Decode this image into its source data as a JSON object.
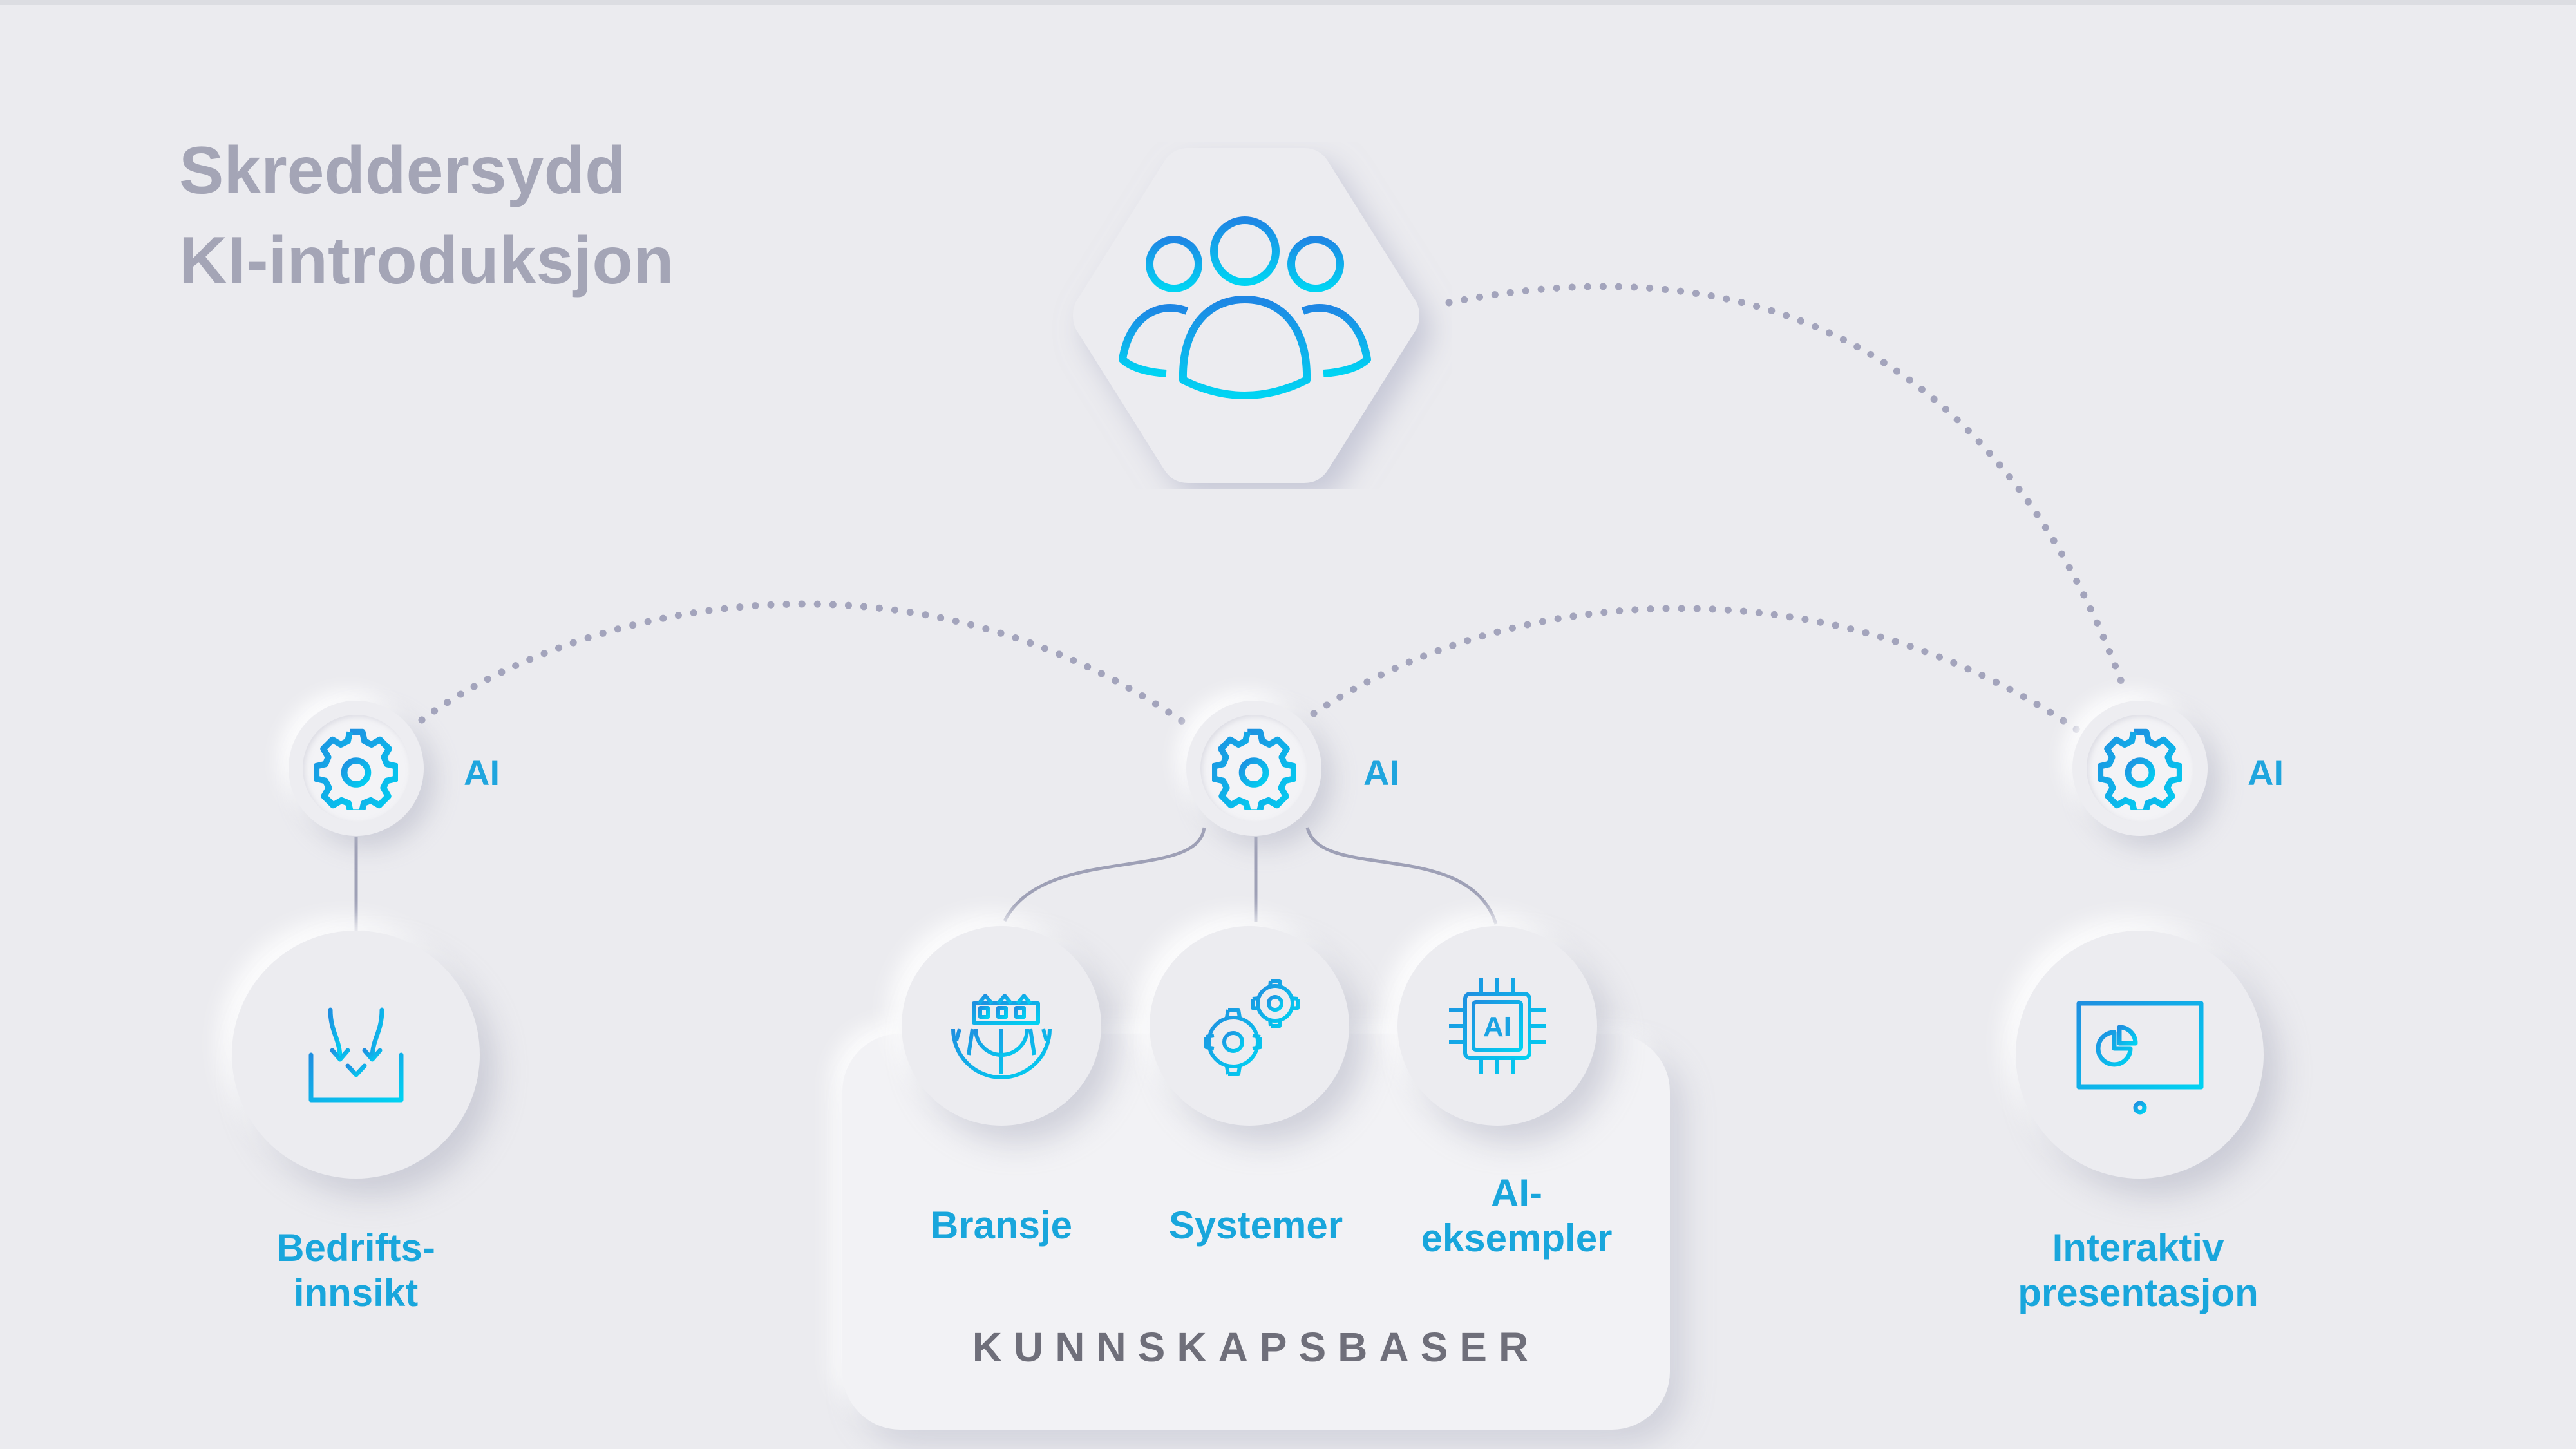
{
  "title": {
    "line1": "Skreddersydd",
    "line2": "KI-introduksjon"
  },
  "top_node": {
    "icon": "people-group-icon"
  },
  "ai_hubs": [
    {
      "label": "AI",
      "icon": "gear-icon"
    },
    {
      "label": "AI",
      "icon": "gear-icon"
    },
    {
      "label": "AI",
      "icon": "gear-icon"
    }
  ],
  "nodes": {
    "bedriftsinnsikt": {
      "label": "Bedrifts-\ninnsikt",
      "icon": "inbox-arrows-icon"
    },
    "bransje": {
      "label": "Bransje",
      "icon": "factory-gear-icon"
    },
    "systemer": {
      "label": "Systemer",
      "icon": "gears-icon"
    },
    "ai_eksempler": {
      "label": "AI-\neksempler",
      "icon": "ai-chip-icon",
      "chip_text": "AI"
    },
    "presentasjon": {
      "label": "Interaktiv\npresentasjon",
      "icon": "presentation-board-icon"
    }
  },
  "panel": {
    "title": "KUNNSKAPSBASER"
  },
  "colors": {
    "accent": "#19a6dc",
    "accent2": "#00c6f0",
    "connector": "#a3a4bc",
    "background": "#ebebef"
  }
}
